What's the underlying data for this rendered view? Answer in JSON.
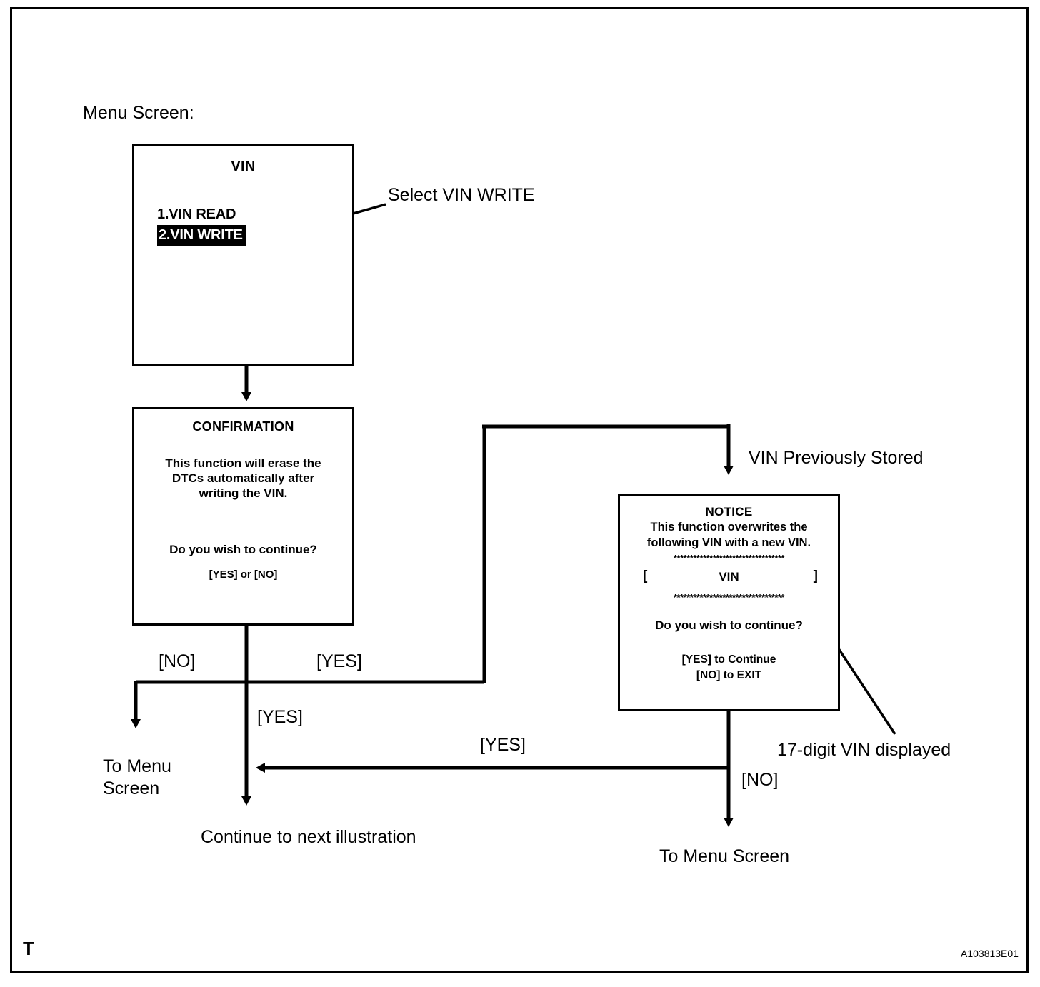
{
  "figure": {
    "caption": "Menu Screen:",
    "corner_mark": "T",
    "reference_code": "A103813E01",
    "line_color": "#000000",
    "background_color": "#ffffff"
  },
  "screens": {
    "vin_menu": {
      "title": "VIN",
      "items": [
        {
          "label": "1.VIN READ",
          "selected": false
        },
        {
          "label": "2.VIN WRITE",
          "selected": true
        }
      ]
    },
    "confirmation": {
      "title": "CONFIRMATION",
      "body": "This function will erase the\nDTCs automatically after\nwriting the VIN.",
      "question": "Do you wish to continue?",
      "choices": "[YES] or [NO]"
    },
    "notice": {
      "title": "NOTICE",
      "line1": "This function overwrites the",
      "line2": "following VIN with a new VIN.",
      "separator": "**********************************",
      "bracket_left": "[",
      "vin_word": "VIN",
      "bracket_right": "]",
      "question": "Do you wish to continue?",
      "choice_yes": "[YES] to Continue",
      "choice_no": "[NO] to EXIT"
    }
  },
  "annotations": {
    "select_vin_write": "Select VIN WRITE",
    "vin_previously_stored": "VIN Previously Stored",
    "vin_17_digit": "17-digit VIN displayed"
  },
  "flow": {
    "label_no_left": "[NO]",
    "label_yes_mid": "[YES]",
    "label_yes_down": "[YES]",
    "label_yes_horizontal": "[YES]",
    "label_no_right": "[NO]",
    "terminal_to_menu_left": "To Menu\nScreen",
    "terminal_continue": "Continue to next illustration",
    "terminal_to_menu_right": "To Menu Screen"
  }
}
